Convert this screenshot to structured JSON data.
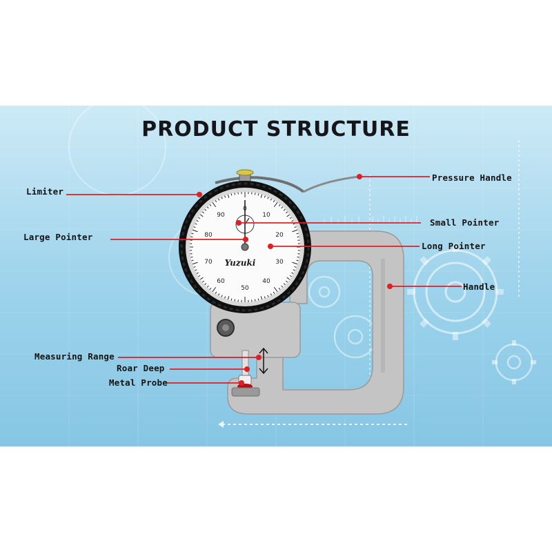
{
  "title": "PRODUCT STRUCTURE",
  "brand": "Yuzuki",
  "dial": {
    "numbers": [
      "0",
      "10",
      "20",
      "30",
      "40",
      "50",
      "60",
      "70",
      "80",
      "90"
    ]
  },
  "colors": {
    "background_top": "#bfe3f2",
    "background_mid": "#9dd3ec",
    "leader_line": "#e01e24",
    "body_gray": "#bdbdbd",
    "bezel": "#111111",
    "title_text": "#16161a"
  },
  "labels": {
    "limiter": "Limiter",
    "large_pointer": "Large Pointer",
    "pressure_handle": "Pressure Handle",
    "small_pointer": "Small Pointer",
    "long_pointer": "Long Pointer",
    "handle": "Handle",
    "measuring_range": "Measuring Range",
    "roar_deep": "Roar Deep",
    "metal_probe": "Metal Probe"
  }
}
